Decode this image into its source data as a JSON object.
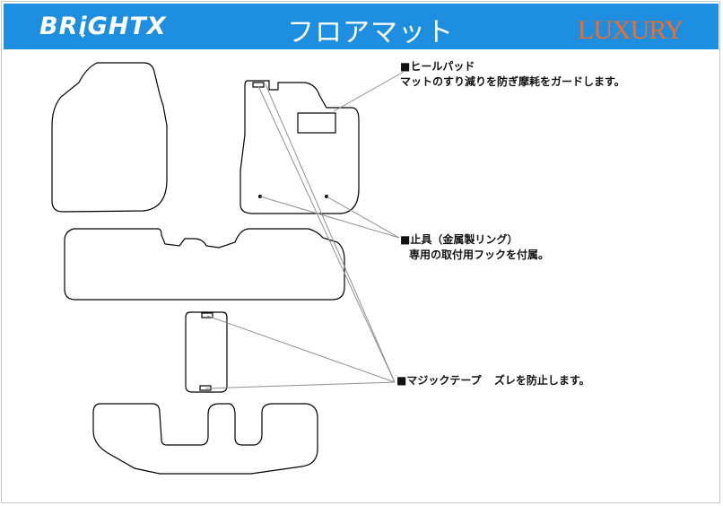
{
  "header": {
    "brand": "BRiGHTX",
    "title": "フロアマット",
    "badge": "LUXURY",
    "background_color": "#1e8ee0",
    "badge_color": "#ff6a1a"
  },
  "annotations": {
    "heel_pad": {
      "title": "■ヒールパッド",
      "desc": "マットのすり減りを防ぎ摩耗をガードします。"
    },
    "fastener": {
      "title": "■止具（金属製リング）",
      "desc": "専用の取付用フックを付属。"
    },
    "velcro": {
      "title": "■マジックテープ",
      "desc": "ズレを防止します。"
    }
  },
  "icons": [
    "star-icon",
    "mat-outline-icon"
  ]
}
